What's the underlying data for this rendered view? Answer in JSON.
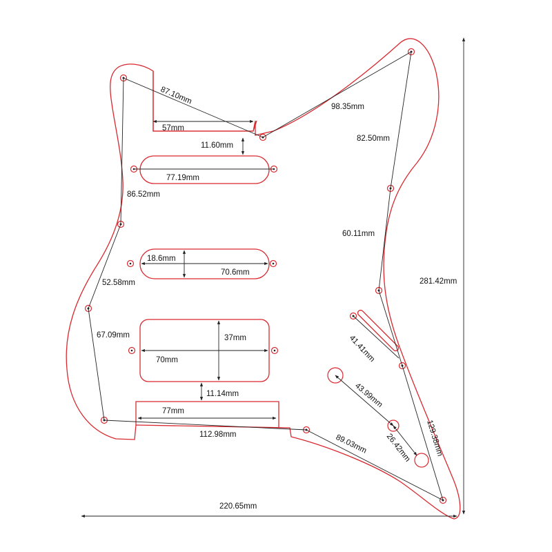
{
  "dimensions": {
    "d_87_10": "87.10mm",
    "d_98_35": "98.35mm",
    "d_57": "57mm",
    "d_11_60": "11.60mm",
    "d_82_50": "82.50mm",
    "d_77_19": "77.19mm",
    "d_86_52": "86.52mm",
    "d_60_11": "60.11mm",
    "d_18_6": "18.6mm",
    "d_70_6": "70.6mm",
    "d_52_58": "52.58mm",
    "d_281_42": "281.42mm",
    "d_67_09": "67.09mm",
    "d_37": "37mm",
    "d_70": "70mm",
    "d_41_41": "41.41mm",
    "d_11_14": "11.14mm",
    "d_43_99": "43.99mm",
    "d_77": "77mm",
    "d_112_98": "112.98mm",
    "d_26_42": "26.42mm",
    "d_129_38": "129.38mm",
    "d_89_03": "89.03mm",
    "d_220_65": "220.65mm"
  },
  "colors": {
    "outline": "#d9282f",
    "dimension_line": "#222222"
  }
}
